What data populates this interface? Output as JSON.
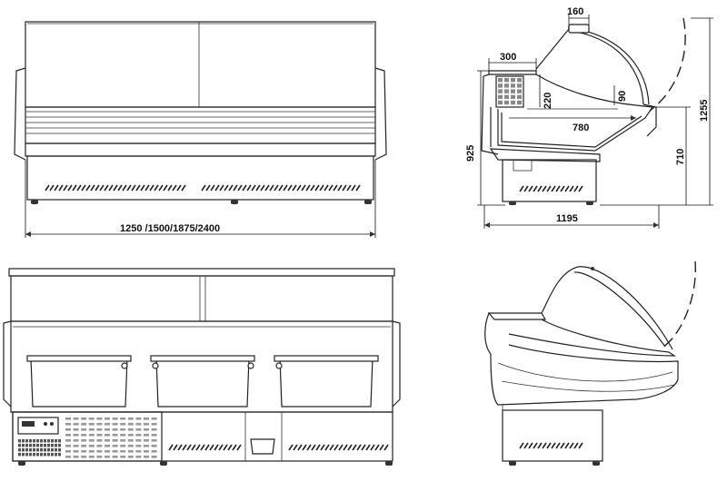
{
  "front_view": {
    "width_label": "1250 /1500/1875/2400"
  },
  "side_view": {
    "dim_top_width": "160",
    "dim_shelf_width": "300",
    "dim_shelf_height": "220",
    "dim_glass_gap": "90",
    "dim_display_depth": "780",
    "dim_total_height": "1255",
    "dim_counter_height": "925",
    "dim_base_height": "710",
    "dim_total_depth": "1195"
  }
}
